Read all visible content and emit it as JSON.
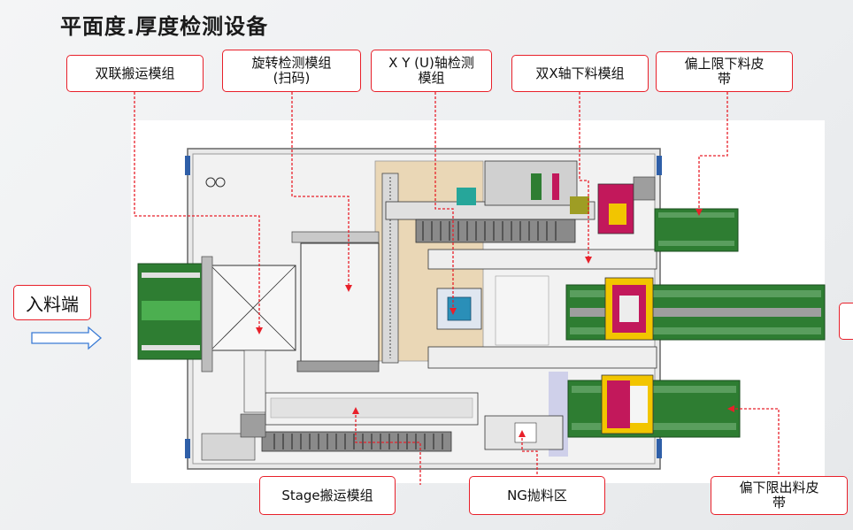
{
  "title": "平面度.厚度检测设备",
  "inlet": {
    "label": "入料端",
    "arrow_icon": "right-arrow-outline"
  },
  "callouts": [
    {
      "id": "dual-transfer",
      "lines": [
        "双联搬运模组"
      ]
    },
    {
      "id": "rotation-inspection",
      "lines": [
        "旋转检测模组",
        "(扫码)"
      ]
    },
    {
      "id": "xyu-inspection",
      "lines": [
        "X Y  (U)轴检测",
        "模组"
      ]
    },
    {
      "id": "dual-x-unload",
      "lines": [
        "双X轴下料模组"
      ]
    },
    {
      "id": "upper-limit-belt",
      "lines": [
        "偏上限下料皮",
        "带"
      ]
    },
    {
      "id": "stage-transfer",
      "lines": [
        "Stage搬运模组"
      ]
    },
    {
      "id": "ng-discard",
      "lines": [
        "NG抛料区"
      ]
    },
    {
      "id": "lower-limit-belt",
      "lines": [
        "偏下限出料皮",
        "带"
      ]
    }
  ],
  "colors": {
    "callout_border": "#e8202a",
    "leader_line": "#e8202a",
    "conveyor_green": "#2e7d32",
    "frame_gray": "#e6e6e6",
    "inlet_arrow": "#3a7bd5",
    "magenta_module": "#c2185b",
    "yellow_module": "#f2c500",
    "tan_zone": "#e8d2b0",
    "lavender_zone": "#cfd0ea"
  }
}
